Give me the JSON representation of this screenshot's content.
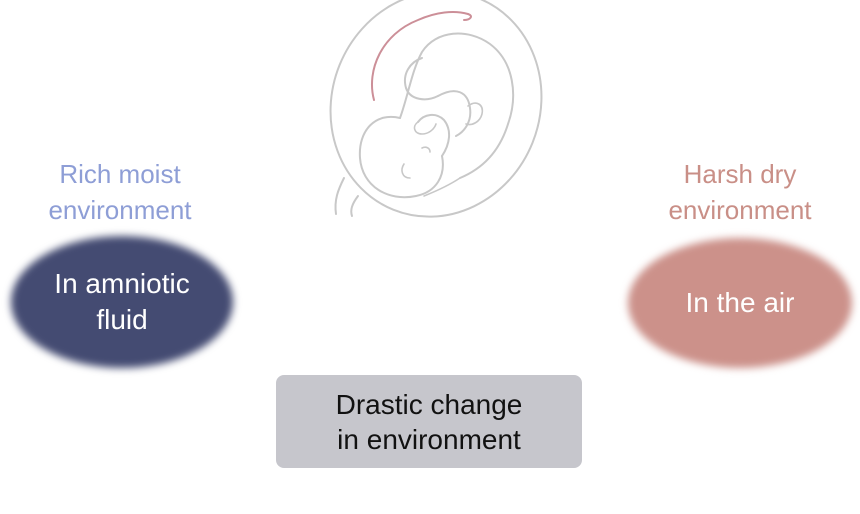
{
  "colors": {
    "rich_text": "#8e9ed6",
    "harsh_text": "#c98f87",
    "amniotic_blob": "#444b72",
    "air_blob": "#cc918a",
    "change_box": "#c6c6cc",
    "line_art": "#c8c8c8",
    "womb_accent": "#cc8f98"
  },
  "icons": {
    "fetus": "fetus-in-womb-line-art"
  },
  "left": {
    "caption_line1": "Rich moist",
    "caption_line2": "environment",
    "blob_line1": "In amniotic",
    "blob_line2": "fluid"
  },
  "right": {
    "caption_line1": "Harsh dry",
    "caption_line2": "environment",
    "blob_line1": "In the air"
  },
  "center": {
    "box_line1": "Drastic change",
    "box_line2": "in environment"
  }
}
